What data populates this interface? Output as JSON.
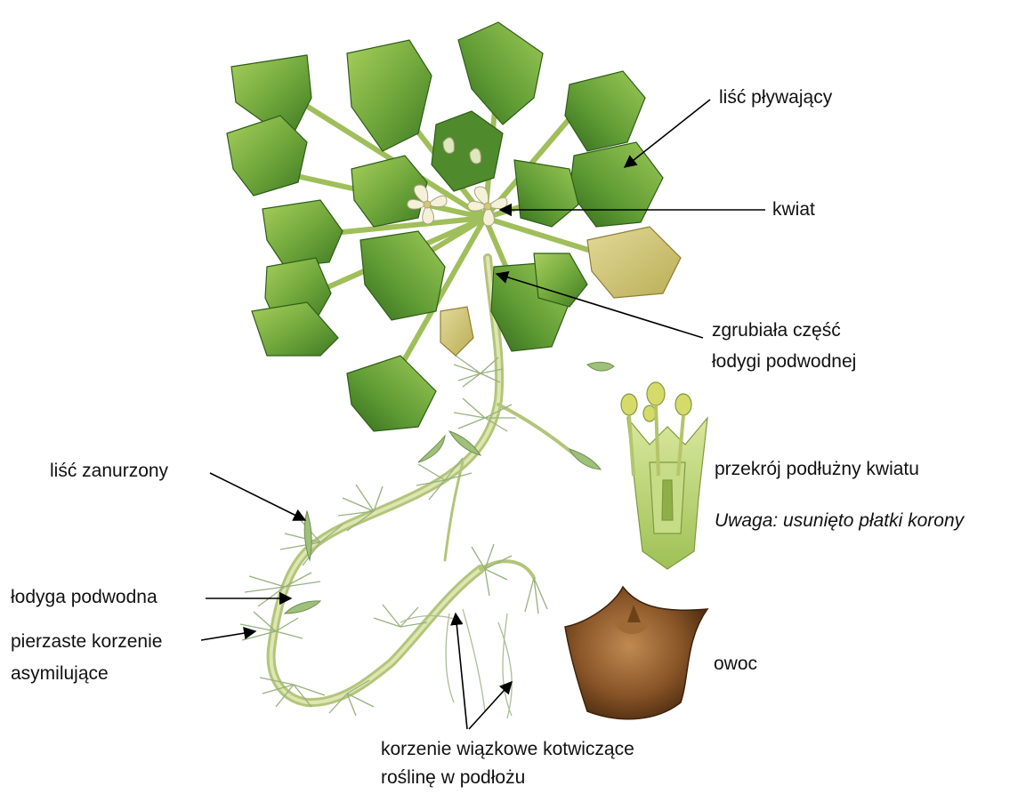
{
  "labels": {
    "floating_leaf": "liść pływający",
    "flower": "kwiat",
    "thick_stem": [
      "zgrubiała część",
      "łodygi podwodnej"
    ],
    "flower_section": "przekrój podłużny kwiatu",
    "note": "Uwaga: usunięto płatki korony",
    "submerged_leaf": "liść zanurzony",
    "underwater_stem": "łodyga podwodna",
    "feathery_roots": [
      "pierzaste korzenie",
      "asymilujące"
    ],
    "fruit": "owoc",
    "anchor_roots": [
      "korzenie wiązkowe kotwiczące",
      "roślinę w podłożu"
    ]
  },
  "colors": {
    "leaf_dark": "#3f7a24",
    "leaf_light": "#8dbb4a",
    "leaf_yellow": "#c9c46e",
    "stem": "#b9c77e",
    "root": "#9fb88a",
    "fruit": "#7a4a22",
    "text": "#111111",
    "arrow": "#000000"
  }
}
